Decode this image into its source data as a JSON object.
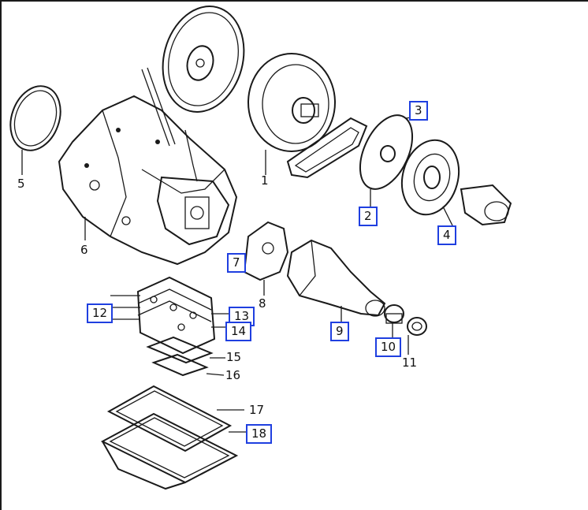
{
  "labels": {
    "l1": "1",
    "l2": "2",
    "l3": "3",
    "l4": "4",
    "l5": "5",
    "l6": "6",
    "l7": "7",
    "l8": "8",
    "l9": "9",
    "l10": "10",
    "l11": "11",
    "l12": "12",
    "l13": "13",
    "l14": "14",
    "l15": "15",
    "l16": "16",
    "l17": "17",
    "l18": "18"
  },
  "highlight_color": "#1f3fe0"
}
